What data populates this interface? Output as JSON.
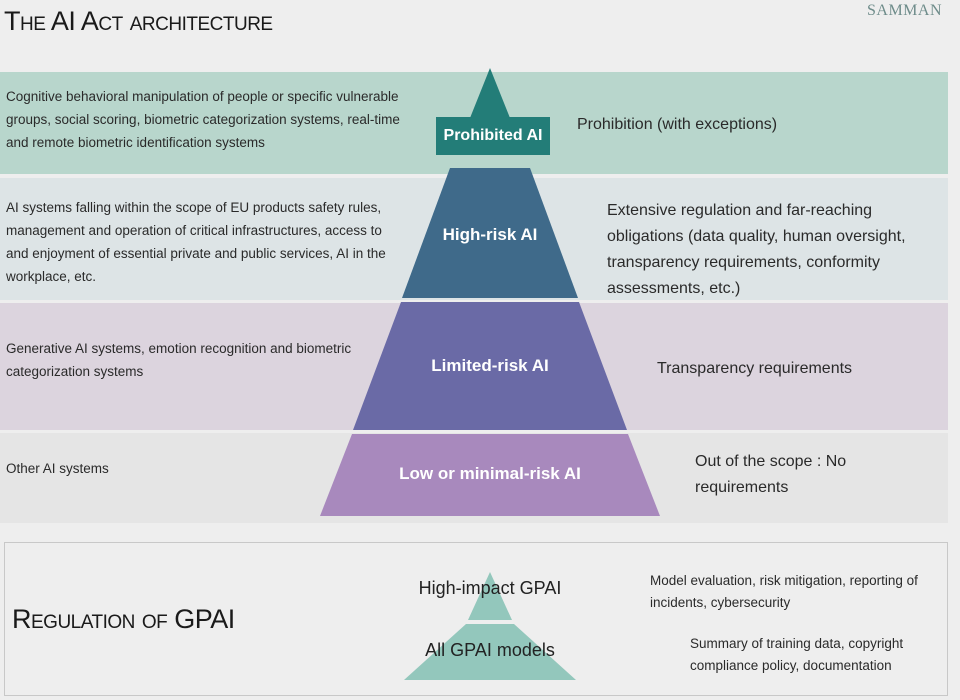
{
  "header": {
    "title": "The AI Act architecture",
    "brand": "SAMMAN"
  },
  "tiers": [
    {
      "label": "Prohibited AI",
      "description": "Cognitive behavioral manipulation of people or specific vulnerable groups, social scoring, biometric categorization systems, real-time and remote biometric identification systems",
      "obligation": "Prohibition (with exceptions)",
      "color": "#237d78"
    },
    {
      "label": "High-risk AI",
      "description": "AI systems falling within the scope of EU products safety rules, management and operation of critical infrastructures, access to and enjoyment of essential private and public services, AI in the workplace, etc.",
      "obligation": "Extensive regulation and far-reaching obligations (data quality, human oversight, transparency requirements, conformity assessments, etc.)",
      "color": "#3f6a8a"
    },
    {
      "label": "Limited-risk AI",
      "description": "Generative AI systems, emotion recognition and biometric categorization systems",
      "obligation": "Transparency requirements",
      "color": "#6a6aa6"
    },
    {
      "label": "Low or minimal-risk AI",
      "description": "Other AI systems",
      "obligation": "Out of the scope : No requirements",
      "color": "#a889bd"
    }
  ],
  "gpai": {
    "title": "Regulation of GPAI",
    "top_label": "High-impact GPAI",
    "top_text": "Model evaluation, risk mitigation, reporting of incidents, cybersecurity",
    "bottom_label": "All GPAI models",
    "bottom_text": "Summary of training data, copyright compliance policy, documentation",
    "color": "#93c7bc"
  }
}
